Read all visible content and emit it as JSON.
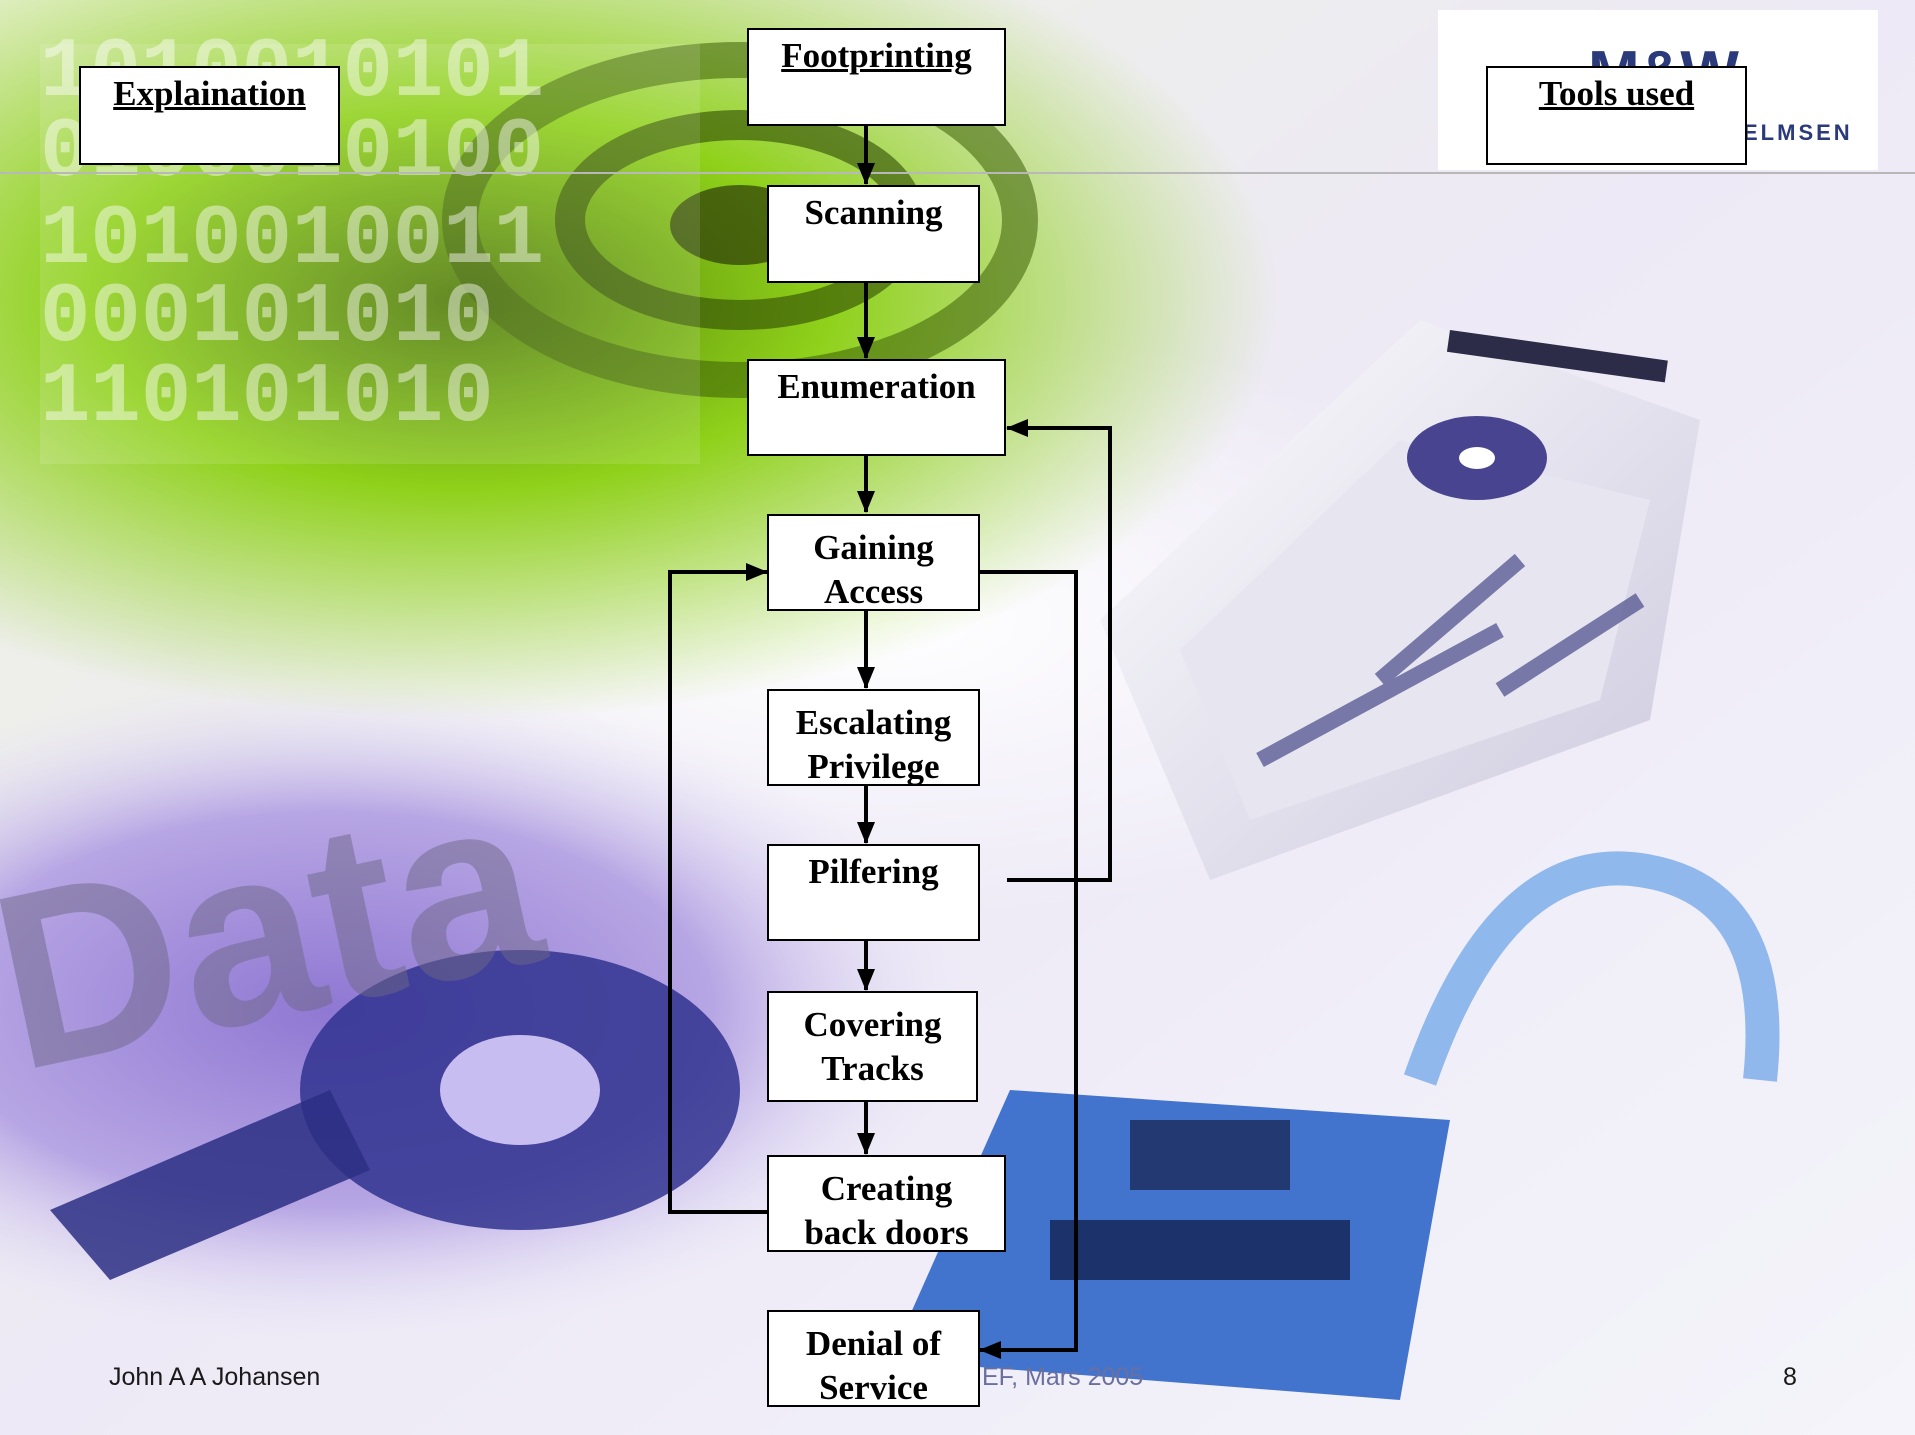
{
  "nav": {
    "explanation_label": "Explaination",
    "tools_label": "Tools used"
  },
  "diagram": {
    "steps": [
      "Footprinting",
      "Scanning",
      "Enumeration",
      "Gaining Access",
      "Escalating Privilege",
      "Pilfering",
      "Covering Tracks",
      "Creating back doors",
      "Denial of Service"
    ]
  },
  "background": {
    "binary_rows": [
      "1010010101",
      "0100010100",
      "1010010011",
      "000101010",
      "110101010"
    ],
    "word": "Data"
  },
  "logo": {
    "mark": "M&W",
    "text": "ELMSEN"
  },
  "footer": {
    "author": "John A A Johansen",
    "event": "EF, Mars 2005",
    "page": "8"
  },
  "colors": {
    "green": "#8fd11a",
    "purple": "#9a86d8",
    "blue": "#2f66c9",
    "dark_blue": "#2a3a7a"
  }
}
